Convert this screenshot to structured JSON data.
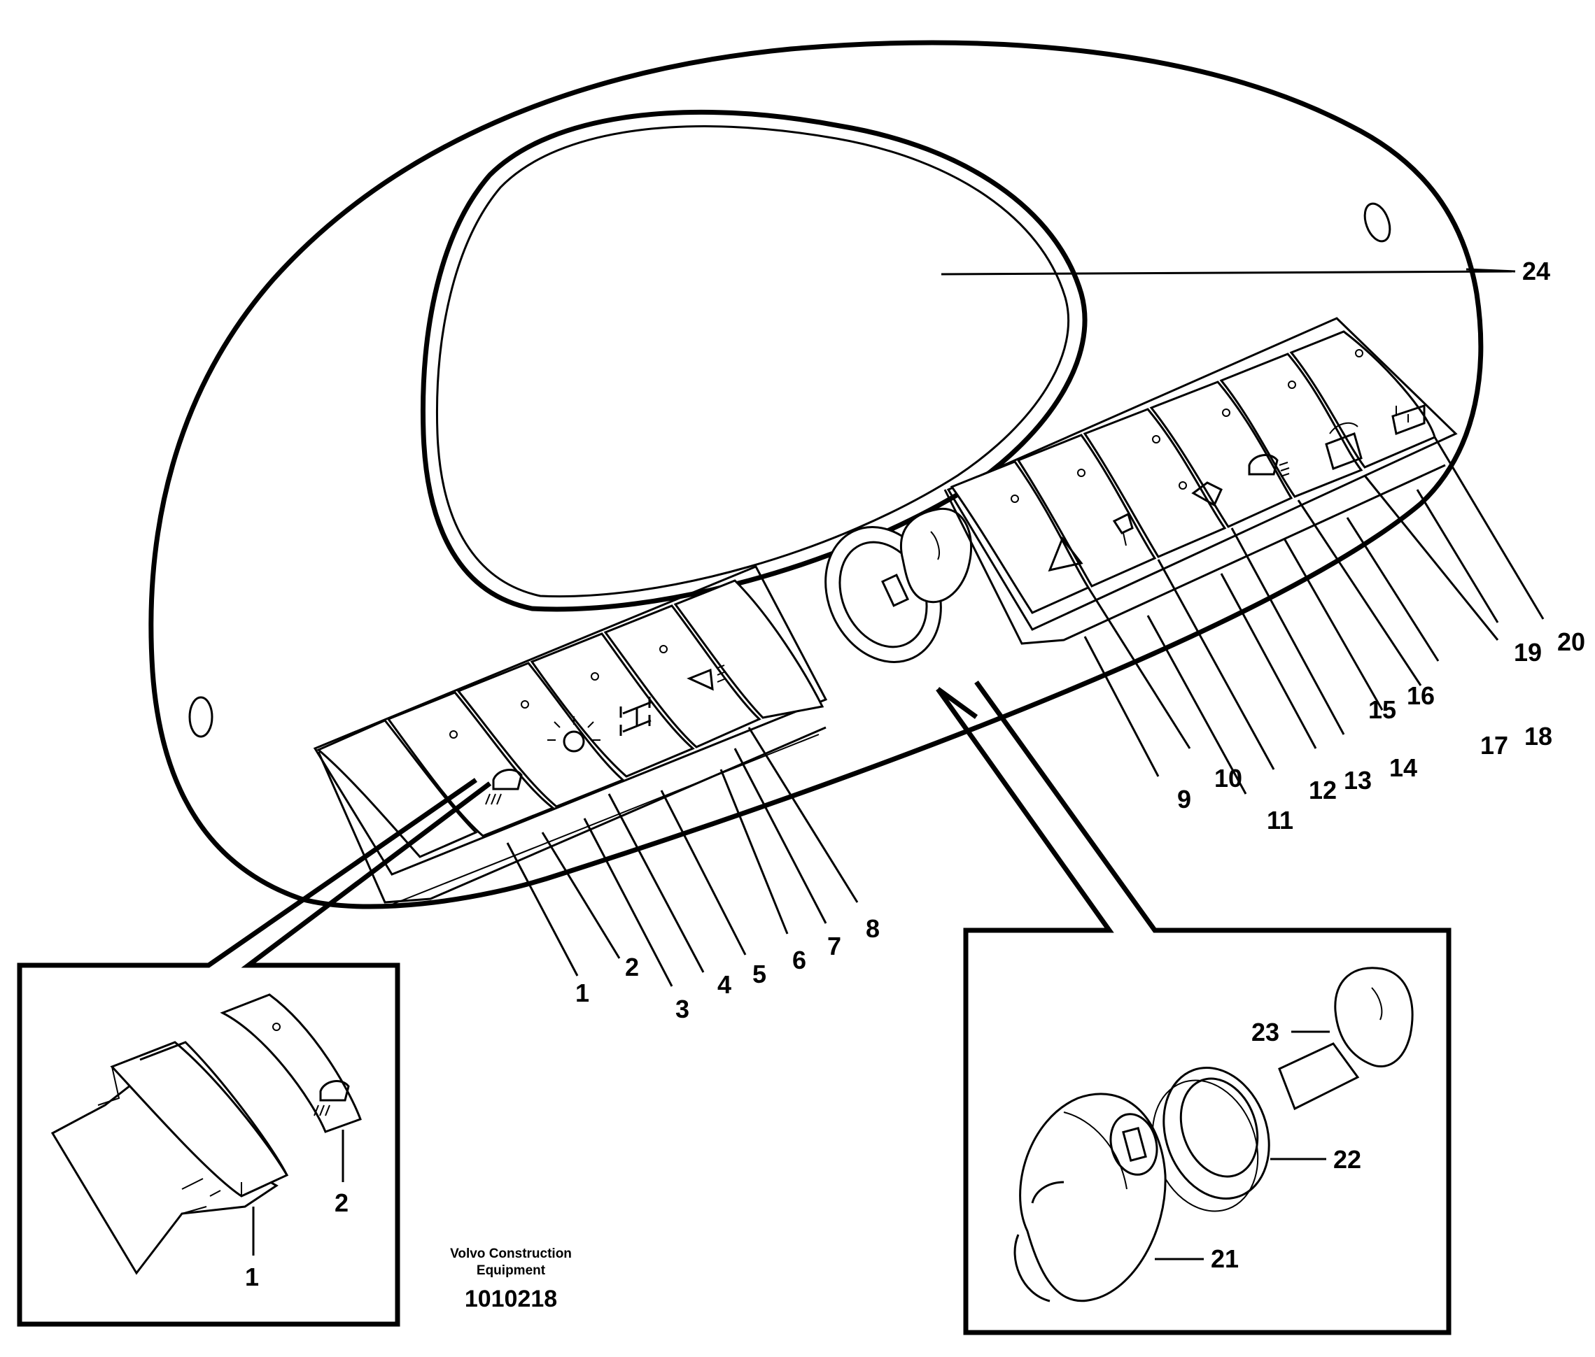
{
  "callouts": {
    "c1": "1",
    "c2": "2",
    "c3": "3",
    "c4": "4",
    "c5": "5",
    "c6": "6",
    "c7": "7",
    "c8": "8",
    "c9": "9",
    "c10": "10",
    "c11": "11",
    "c12": "12",
    "c13": "13",
    "c14": "14",
    "c15": "15",
    "c16": "16",
    "c17": "17",
    "c18": "18",
    "c19": "19",
    "c20": "20",
    "c21": "21",
    "c22": "22",
    "c23": "23",
    "c24": "24",
    "detail_left_1": "1",
    "detail_left_2": "2"
  },
  "caption": {
    "company_line1": "Volvo Construction",
    "company_line2": "Equipment",
    "drawing_number": "1010218"
  }
}
